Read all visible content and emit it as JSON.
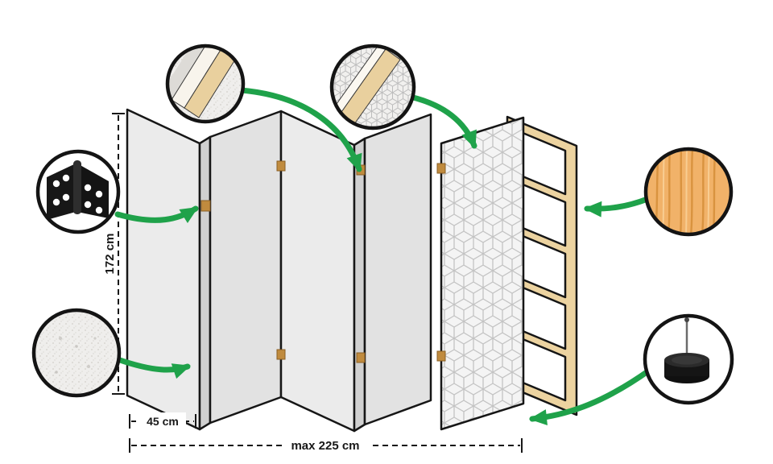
{
  "dimensions": {
    "height_label": "172 cm",
    "panel_width_label": "45 cm",
    "total_width_label": "max 225 cm"
  },
  "callouts": [
    {
      "name": "hinge-detail"
    },
    {
      "name": "frame-corner-detail"
    },
    {
      "name": "printed-corner-detail"
    },
    {
      "name": "canvas-texture-detail"
    },
    {
      "name": "pine-wood-detail"
    },
    {
      "name": "protective-foot-detail"
    }
  ],
  "colors": {
    "accent_green": "#1fa24a",
    "outline": "#151515",
    "panel_light": "#ebebeb",
    "panel_shaded": "#e2e2e2",
    "panel_edge": "#d0d0d0",
    "frame_wood": "#ecd3a0",
    "pine_wood": "#f1b269",
    "hinge_black": "#171717",
    "pattern_line": "#c3c3c3"
  }
}
